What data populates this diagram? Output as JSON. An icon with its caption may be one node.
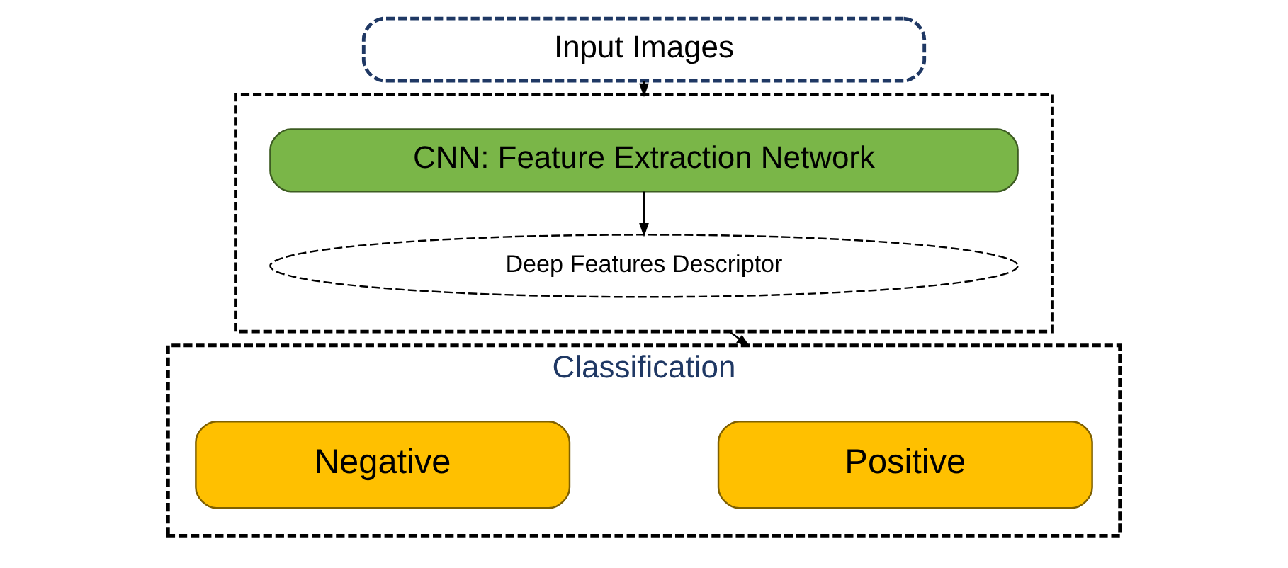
{
  "diagram": {
    "nodes": [
      {
        "text": [
          "Input Images"
        ]
      },
      {
        "text": [],
        "shape": "box"
      },
      {
        "text": [
          "CNN: Feature Extraction Network"
        ],
        "in": 1
      },
      {
        "text": [
          "Deep Features Descriptor"
        ],
        "in": 1
      },
      {
        "text": [
          "Classification"
        ]
      },
      {
        "text": [
          "Positive"
        ],
        "in": 4
      },
      {
        "text": [
          "Negative"
        ],
        "in": 4
      }
    ],
    "edges": [
      {
        "from": 0,
        "to": 1,
        "arrow": "to"
      },
      {
        "from": 2,
        "to": 3,
        "arrow": "to"
      },
      {
        "from": 1,
        "to": 4,
        "arrow": "to"
      }
    ]
  }
}
